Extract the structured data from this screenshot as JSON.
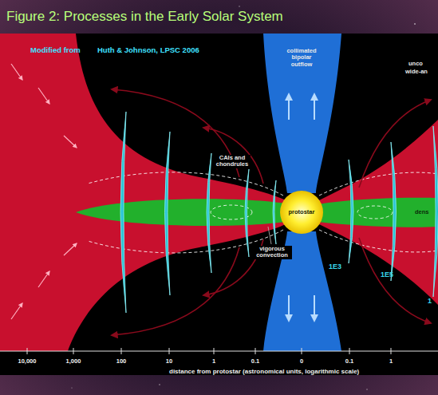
{
  "diagram": {
    "title": "Figure 2: Processes in the Early Solar System",
    "nodes": [
      {
        "text": [
          "protostar"
        ]
      }
    ],
    "labels": [
      "Modified from",
      "Huth & Johnson, LPSC 2006",
      "collimated bipolar outflow",
      "unco",
      "wide-an",
      "CAIs and chondrules",
      "dens",
      "vigorous convection",
      "1E3",
      "1E5",
      "1",
      "10,000",
      "1,000",
      "100",
      "10",
      "1",
      "0.1",
      "0",
      "0.1",
      "1",
      "distance from protostar (astronomical units, logarithmic scale)"
    ]
  }
}
